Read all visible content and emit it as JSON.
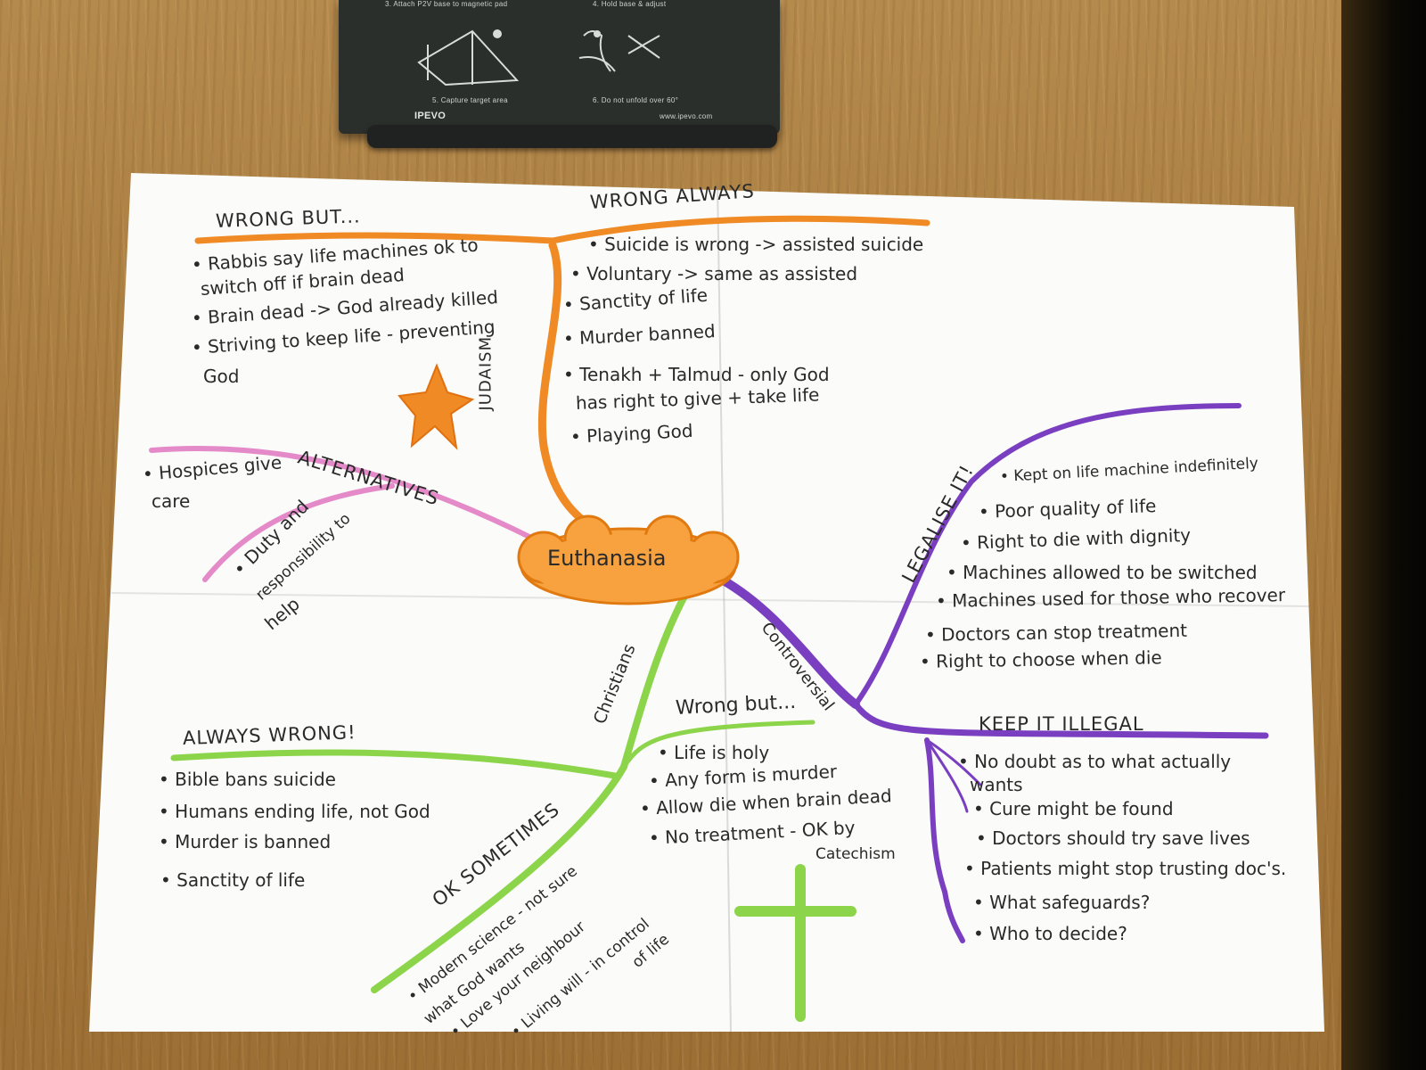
{
  "scene": {
    "device": {
      "caption_left": "3. Attach P2V base to magnetic pad",
      "caption_right": "4. Hold base & adjust",
      "caption_bottom_left": "5. Capture target area",
      "caption_bottom_right": "6. Do not unfold over 60°",
      "brand": "IPEVO",
      "url": "www.ipevo.com"
    },
    "colors": {
      "judaism": "#f08a24",
      "christians": "#8cd44a",
      "controversial": "#7a3fc0",
      "alternatives": "#e58ac8",
      "center": "#f7a23f"
    }
  },
  "mindmap": {
    "center": "Euthanasia",
    "judaism": {
      "branch_label": "JUDAISM",
      "wrong_but": {
        "heading": "WRONG BUT...",
        "items": [
          "• Rabbis say life machines ok to",
          "switch off if brain dead",
          "• Brain dead -> God already killed",
          "• Striving to keep life - preventing",
          "God"
        ]
      },
      "wrong_always": {
        "heading": "WRONG ALWAYS",
        "items": [
          "• Suicide is wrong -> assisted suicide",
          "• Voluntary -> same as assisted",
          "• Sanctity of life",
          "• Murder banned",
          "• Tenakh + Talmud - only God",
          "has right to give + take life",
          "• Playing God"
        ]
      }
    },
    "alternatives": {
      "heading": "ALTERNATIVES",
      "items": [
        "• Hospices give",
        "care",
        "• Duty and",
        "responsibility to",
        "help"
      ]
    },
    "christians": {
      "branch_label": "Christians",
      "always_wrong": {
        "heading": "ALWAYS WRONG!",
        "items": [
          "• Bible bans suicide",
          "• Humans ending life, not God",
          "• Murder is banned",
          "• Sanctity of life"
        ]
      },
      "wrong_but": {
        "heading": "Wrong but...",
        "items": [
          "• Life is holy",
          "• Any form is murder",
          "• Allow die when brain dead",
          "• No treatment - OK by",
          "Catechism"
        ]
      },
      "ok_sometimes": {
        "heading": "OK SOMETIMES",
        "items": [
          "• Modern science - not sure",
          "what God wants",
          "• Love your neighbour",
          "• Living will - in control",
          "of life"
        ]
      }
    },
    "controversial": {
      "branch_label": "Controversial",
      "legalise": {
        "heading": "LEGALISE IT!",
        "items": [
          "• Kept on life machine indefinitely",
          "• Poor quality of life",
          "• Right to die with dignity",
          "• Machines allowed to be switched",
          "• Machines used for those who recover",
          "• Doctors can stop treatment",
          "• Right to choose when die"
        ]
      },
      "keep_illegal": {
        "heading": "KEEP IT ILLEGAL",
        "items": [
          "• No doubt as to what actually",
          "wants",
          "• Cure might be found",
          "• Doctors should try save lives",
          "• Patients might stop trusting doc's.",
          "• What safeguards?",
          "• Who to decide?"
        ]
      }
    }
  }
}
